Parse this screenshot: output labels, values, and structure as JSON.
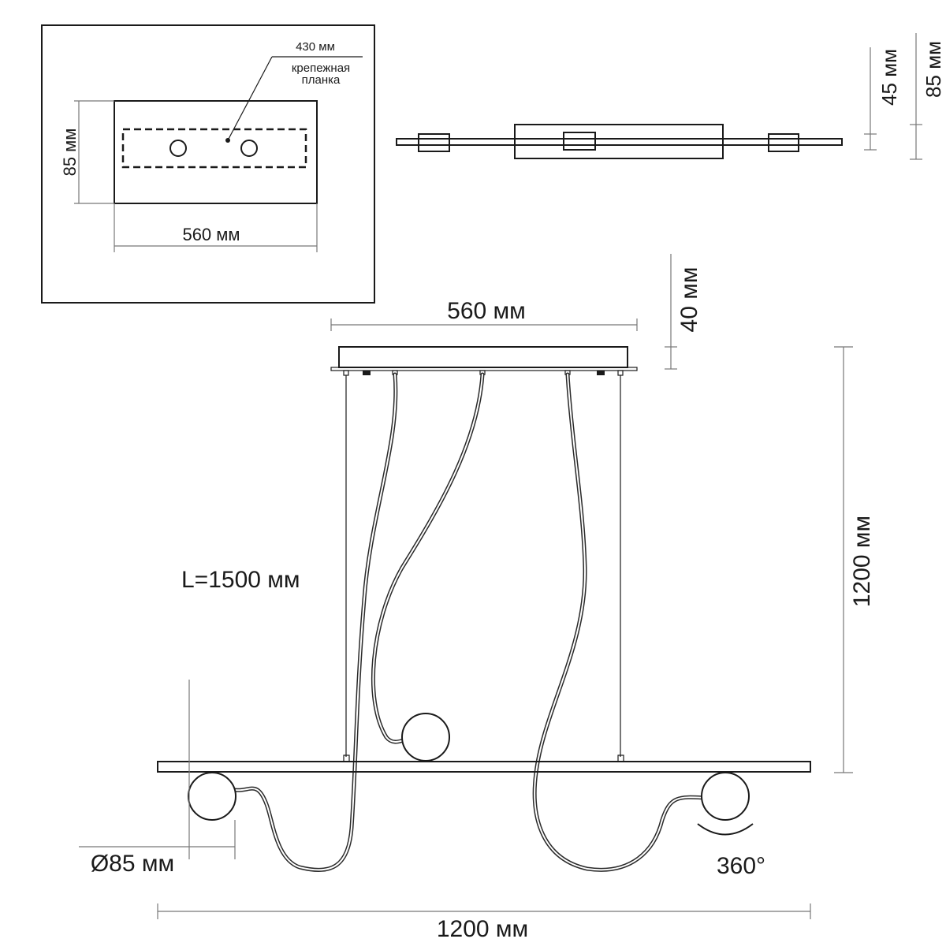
{
  "inset": {
    "strip_length_label": "430 мм",
    "strip_name_line1": "крепежная",
    "strip_name_line2": "планка",
    "height_label": "85 мм",
    "width_label": "560 мм"
  },
  "side_view": {
    "depth_inner_label": "45 мм",
    "depth_outer_label": "85 мм"
  },
  "front_view": {
    "canopy_width_label": "560 мм",
    "canopy_height_label": "40 мм",
    "cable_length_label": "L=1500 мм",
    "drop_height_label": "1200 мм",
    "globe_diameter_label": "Ø85 мм",
    "rotation_label": "360°",
    "total_width_label": "1200 мм"
  },
  "colors": {
    "line": "#1a1a1a",
    "background": "#ffffff"
  }
}
